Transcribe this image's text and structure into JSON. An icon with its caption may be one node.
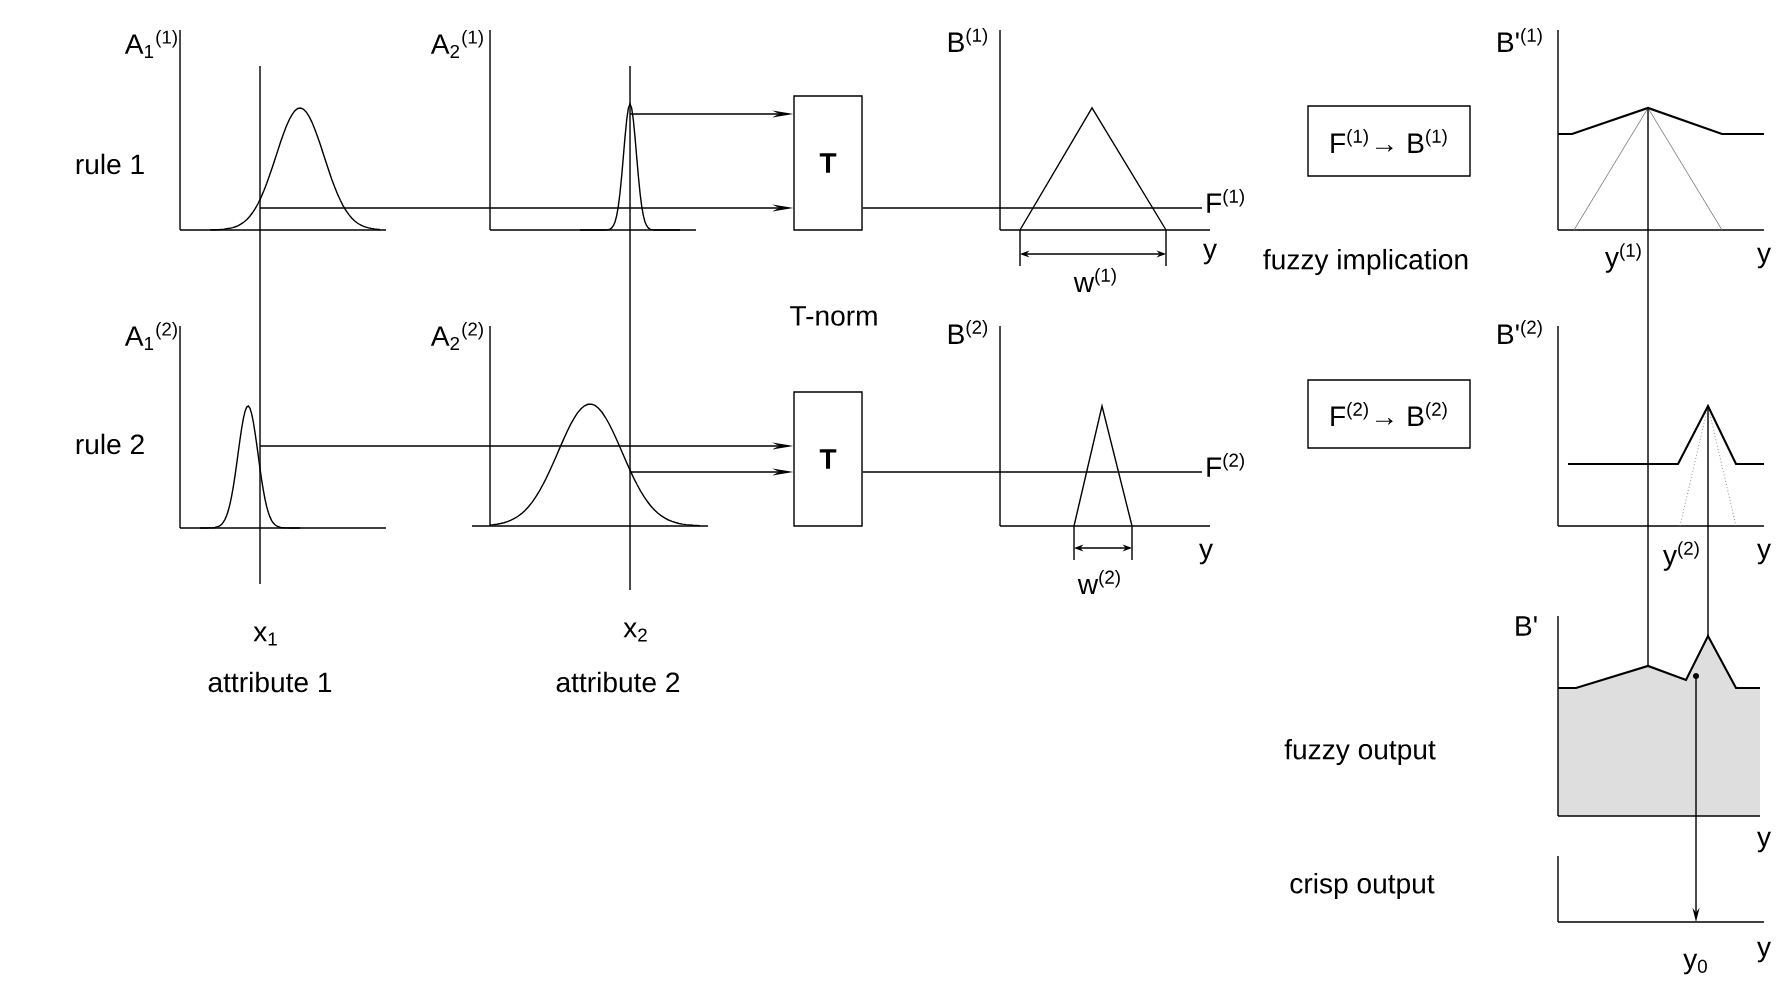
{
  "diagram": {
    "nodes": [
      {
        "text": [
          "**T**"
        ]
      },
      {
        "text": [
          "**T**"
        ]
      },
      {
        "text": [
          "F$^{(1)}$→ B$^{(1)}$"
        ]
      },
      {
        "text": [
          "F$^{(2)}$→ B$^{(2)}$"
        ]
      },
      {
        "text": [
          "F$^{(1)}$"
        ]
      },
      {
        "text": [
          "F$^{(2)}$"
        ]
      }
    ],
    "edges": [
      {
        "from": null,
        "to": 0,
        "arrow": "to"
      },
      {
        "from": null,
        "to": 0,
        "arrow": "to"
      },
      {
        "from": null,
        "to": 1,
        "arrow": "to"
      },
      {
        "from": null,
        "to": 1,
        "arrow": "to"
      },
      {
        "from": 0,
        "to": 4,
        "arrow": "none"
      },
      {
        "from": 1,
        "to": 5,
        "arrow": "none"
      }
    ],
    "labels": [
      "A$_{1}$$^{(1)}$",
      "A$_{2}$$^{(1)}$",
      "B$^{(1)}$",
      "B'$^{(1)}$",
      "rule 1",
      "w$^{(1)}$",
      "y",
      "fuzzy implication",
      "y$^{(1)}$",
      "y",
      "T-norm",
      "A$_{1}$$^{(2)}$",
      "A$_{2}$$^{(2)}$",
      "B$^{(2)}$",
      "B'$^{(2)}$",
      "rule 2",
      "y",
      "w$^{(2)}$",
      "y$^{(2)}$",
      "y",
      "x$_{1}$",
      "x$_{2}$",
      "attribute 1",
      "attribute 2",
      "B'",
      "fuzzy output",
      "y",
      "crisp output",
      "y$_{0}$",
      "y"
    ]
  }
}
